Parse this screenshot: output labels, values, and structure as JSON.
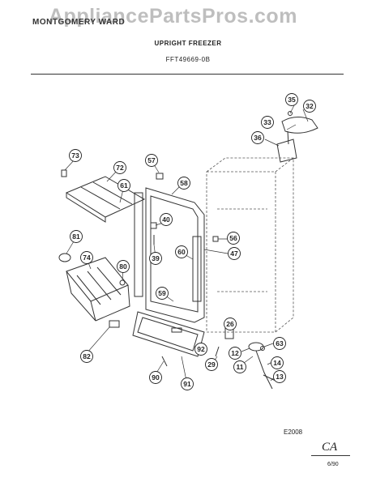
{
  "watermark": "AppliancePartsPros.com",
  "header": {
    "brand": "MONTGOMERY WARD",
    "title": "UPRIGHT FREEZER",
    "model": "FFT49669-0B"
  },
  "footer": {
    "code": "E2008",
    "initials": "CA",
    "date": "6/90"
  },
  "callouts": {
    "c35": "35",
    "c32": "32",
    "c33": "33",
    "c36": "36",
    "c73": "73",
    "c72": "72",
    "c57": "57",
    "c58": "58",
    "c61": "61",
    "c40": "40",
    "c81": "81",
    "c39": "39",
    "c60": "60",
    "c56": "56",
    "c47": "47",
    "c74": "74",
    "c80": "80",
    "c59": "59",
    "c26": "26",
    "c82": "82",
    "c92": "92",
    "c63": "63",
    "c12": "12",
    "c29": "29",
    "c14": "14",
    "c11": "11",
    "c13": "13",
    "c90": "90",
    "c91": "91"
  }
}
